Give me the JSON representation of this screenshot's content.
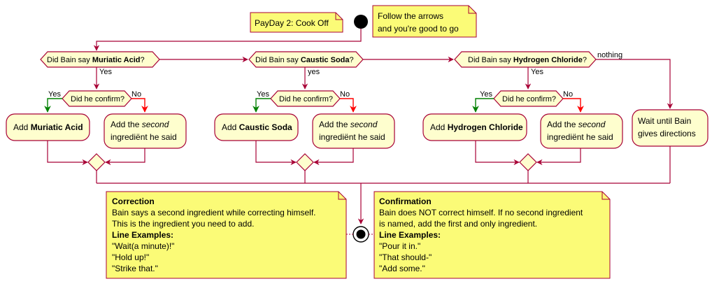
{
  "title_note": "PayDay 2: Cook Off",
  "start_note": [
    "Follow the arrows",
    "and you're good to go"
  ],
  "colors": {
    "flow": "#A80036",
    "yes": "#008000",
    "no": "#FF0000",
    "activity_fill": "#FEFECE",
    "note_fill": "#FBFB77"
  },
  "decisions": [
    {
      "prefix": "Did Bain say ",
      "bold": "Muriatic Acid",
      "suffix": "?",
      "yes_label": "Yes"
    },
    {
      "prefix": "Did Bain say ",
      "bold": "Caustic Soda",
      "suffix": "?",
      "yes_label": "yes"
    },
    {
      "prefix": "Did Bain say ",
      "bold": "Hydrogen Chloride",
      "suffix": "?",
      "yes_label": "Yes"
    }
  ],
  "confirm_question": "Did he confirm?",
  "confirm_yes": "Yes",
  "confirm_no": "No",
  "add_prefix": "Add ",
  "second_ingredient": {
    "pre": "Add the ",
    "italic": "second",
    "line2": "ingrediënt he said"
  },
  "nothing_label": "nothing",
  "wait_activity": [
    "Wait until Bain",
    "gives directions"
  ],
  "correction_note": {
    "title": "Correction",
    "lines": [
      "Bain says a second ingredient while correcting himself.",
      "This is the ingredient you need to add."
    ],
    "examples_title": "Line Examples:",
    "examples": [
      "\"Wait(a minute)!\"",
      "\"Hold up!\"",
      "\"Strike that.\""
    ]
  },
  "confirmation_note": {
    "title": "Confirmation",
    "lines": [
      "Bain does NOT correct himself. If no second ingredient",
      "is named, add the first and only ingredient."
    ],
    "examples_title": "Line Examples:",
    "examples": [
      "\"Pour it in.\"",
      "\"That should-\"",
      "\"Add some.\""
    ]
  }
}
